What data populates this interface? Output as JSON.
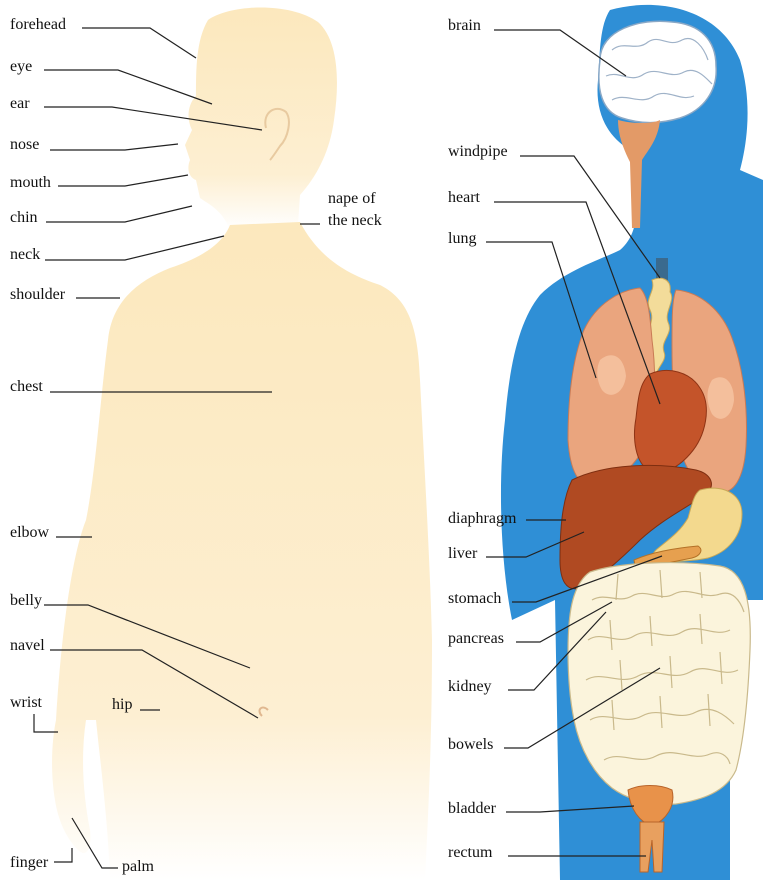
{
  "left_labels": {
    "forehead": "forehead",
    "eye": "eye",
    "ear": "ear",
    "nose": "nose",
    "mouth": "mouth",
    "chin": "chin",
    "neck": "neck",
    "shoulder": "shoulder",
    "nape_line1": "nape of",
    "nape_line2": "the neck",
    "chest": "chest",
    "elbow": "elbow",
    "belly": "belly",
    "navel": "navel",
    "wrist": "wrist",
    "hip": "hip",
    "finger": "finger",
    "palm": "palm"
  },
  "right_labels": {
    "brain": "brain",
    "windpipe": "windpipe",
    "heart": "heart",
    "lung": "lung",
    "diaphragm": "diaphragm",
    "liver": "liver",
    "stomach": "stomach",
    "pancreas": "pancreas",
    "kidney": "kidney",
    "bowels": "bowels",
    "bladder": "bladder",
    "rectum": "rectum"
  },
  "colors": {
    "silhouette": "#fdebc4",
    "body_blue": "#2f8fd6",
    "lung": "#eaa57e",
    "heart": "#c4542a",
    "liver": "#b04a22",
    "bowels": "#fbf4dc",
    "brain": "#ffffff",
    "line": "#222222"
  }
}
